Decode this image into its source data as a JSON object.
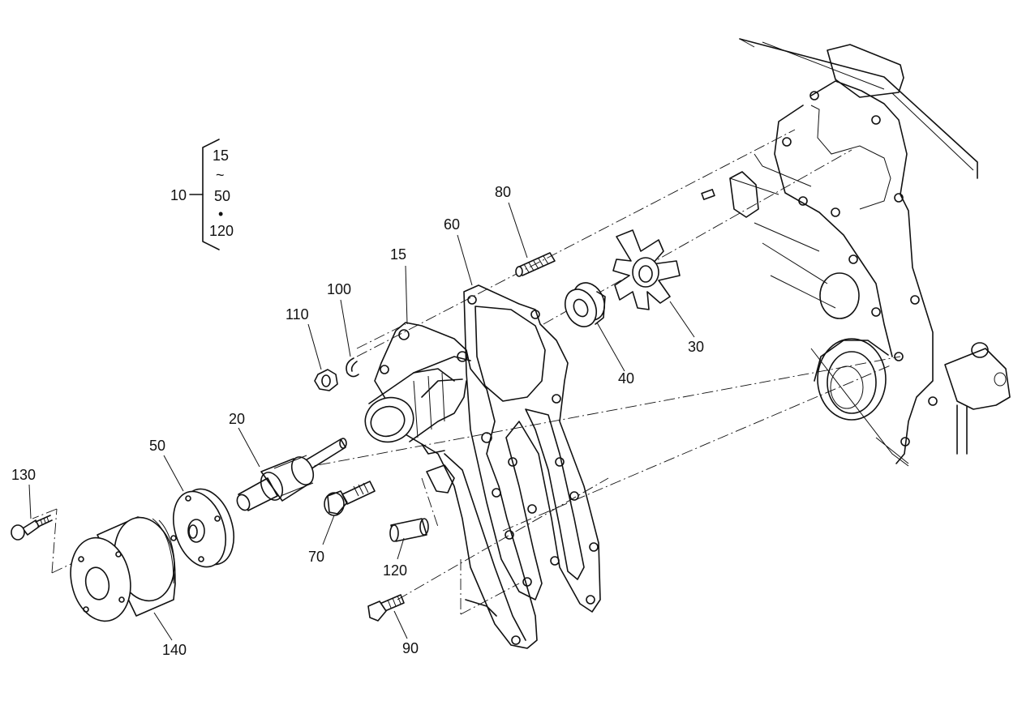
{
  "legend": {
    "main": "10",
    "from": "15",
    "tilde": "~",
    "to": "50",
    "bullet": "•",
    "extra": "120"
  },
  "callouts": {
    "c15": "15",
    "c20": "20",
    "c30": "30",
    "c40": "40",
    "c50": "50",
    "c60": "60",
    "c70": "70",
    "c80": "80",
    "c90": "90",
    "c100": "100",
    "c110": "110",
    "c120": "120",
    "c130": "130",
    "c140": "140"
  }
}
